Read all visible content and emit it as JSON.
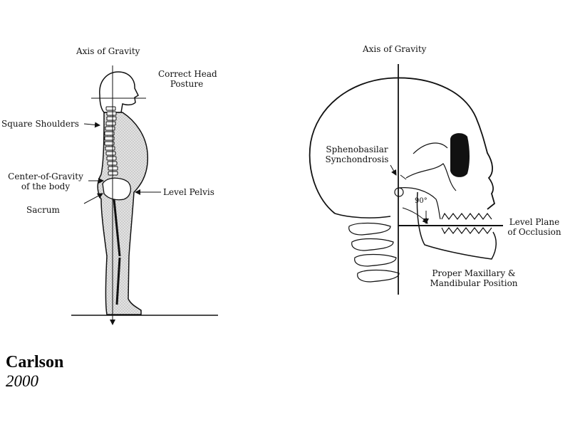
{
  "body_figure": {
    "axis_label": "Axis of Gravity",
    "head_posture_line1": "Correct Head",
    "head_posture_line2": "Posture",
    "shoulders": "Square Shoulders",
    "center_gravity_line1": "Center-of-Gravity",
    "center_gravity_line2": "of the body",
    "pelvis": "Level Pelvis",
    "sacrum": "Sacrum"
  },
  "skull_figure": {
    "axis_label": "Axis of Gravity",
    "spheno_line1": "Sphenobasilar",
    "spheno_line2": "Synchondrosis",
    "angle": "90°",
    "occlusion_line1": "Level Plane",
    "occlusion_line2": "of Occlusion",
    "maxillary_line1": "Proper Maxillary &",
    "maxillary_line2": "Mandibular Position"
  },
  "credit": {
    "author": "Carlson",
    "year": "2000"
  }
}
